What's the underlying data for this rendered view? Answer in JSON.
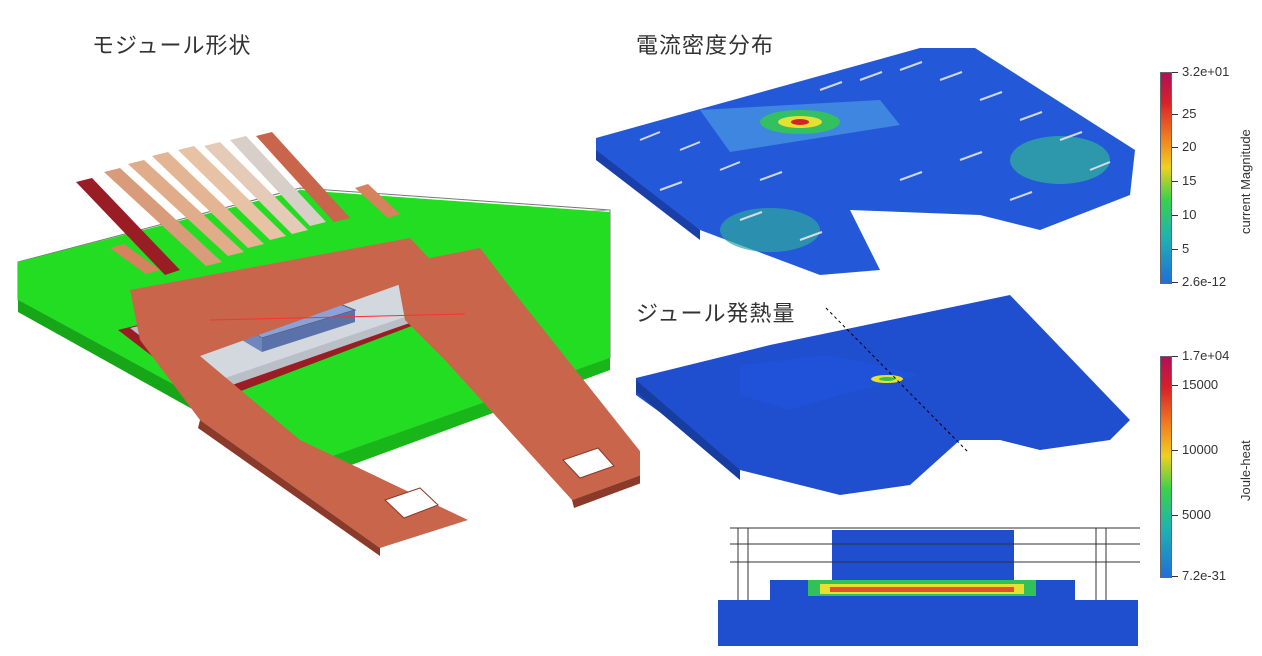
{
  "titles": {
    "module": "モジュール形状",
    "current": "電流密度分布",
    "joule": "ジュール発熱量"
  },
  "colorbar_current": {
    "label": "current Magnitude",
    "ticks": [
      "3.2e+01",
      "25",
      "20",
      "15",
      "10",
      "5",
      "2.6e-12"
    ]
  },
  "colorbar_joule": {
    "label": "Joule-heat",
    "ticks": [
      "1.7e+04",
      "15000",
      "10000",
      "5000",
      "7.2e-31"
    ]
  },
  "colors": {
    "substrate_green": "#22dd22",
    "copper": "#c8654a",
    "dark_red": "#9a1c24",
    "silver": "#b9bec7",
    "chip_blue": "#8aa2d8",
    "field_blue": "#1f4fcf",
    "hot_red": "#d8202a",
    "warm_yellow": "#e8e030",
    "mid_green": "#31c05a"
  }
}
